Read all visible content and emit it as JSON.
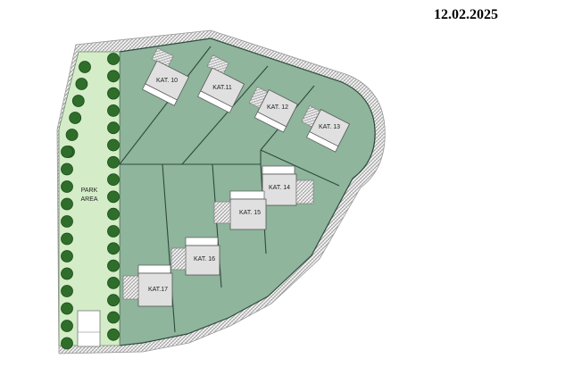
{
  "header": {
    "date": "12.02.2025"
  },
  "park": {
    "label_line1": "PARK",
    "label_line2": "AREA"
  },
  "lots": [
    {
      "id": "10",
      "label": "KAT. 10"
    },
    {
      "id": "11",
      "label": "KAT.11"
    },
    {
      "id": "12",
      "label": "KAT. 12"
    },
    {
      "id": "13",
      "label": "KAT. 13"
    },
    {
      "id": "14",
      "label": "KAT. 14"
    },
    {
      "id": "15",
      "label": "KAT. 15"
    },
    {
      "id": "16",
      "label": "KAT. 16"
    },
    {
      "id": "17",
      "label": "KAT.17"
    }
  ],
  "colors": {
    "lot_fill": "#8fb59c",
    "park_fill": "#d4ecc8",
    "tree_fill": "#2e6e2a",
    "house_fill": "#e0e0e0",
    "terrace_fill": "#ffffff",
    "path_fill": "#ebebeb",
    "boundary": "#2e4a3b"
  }
}
